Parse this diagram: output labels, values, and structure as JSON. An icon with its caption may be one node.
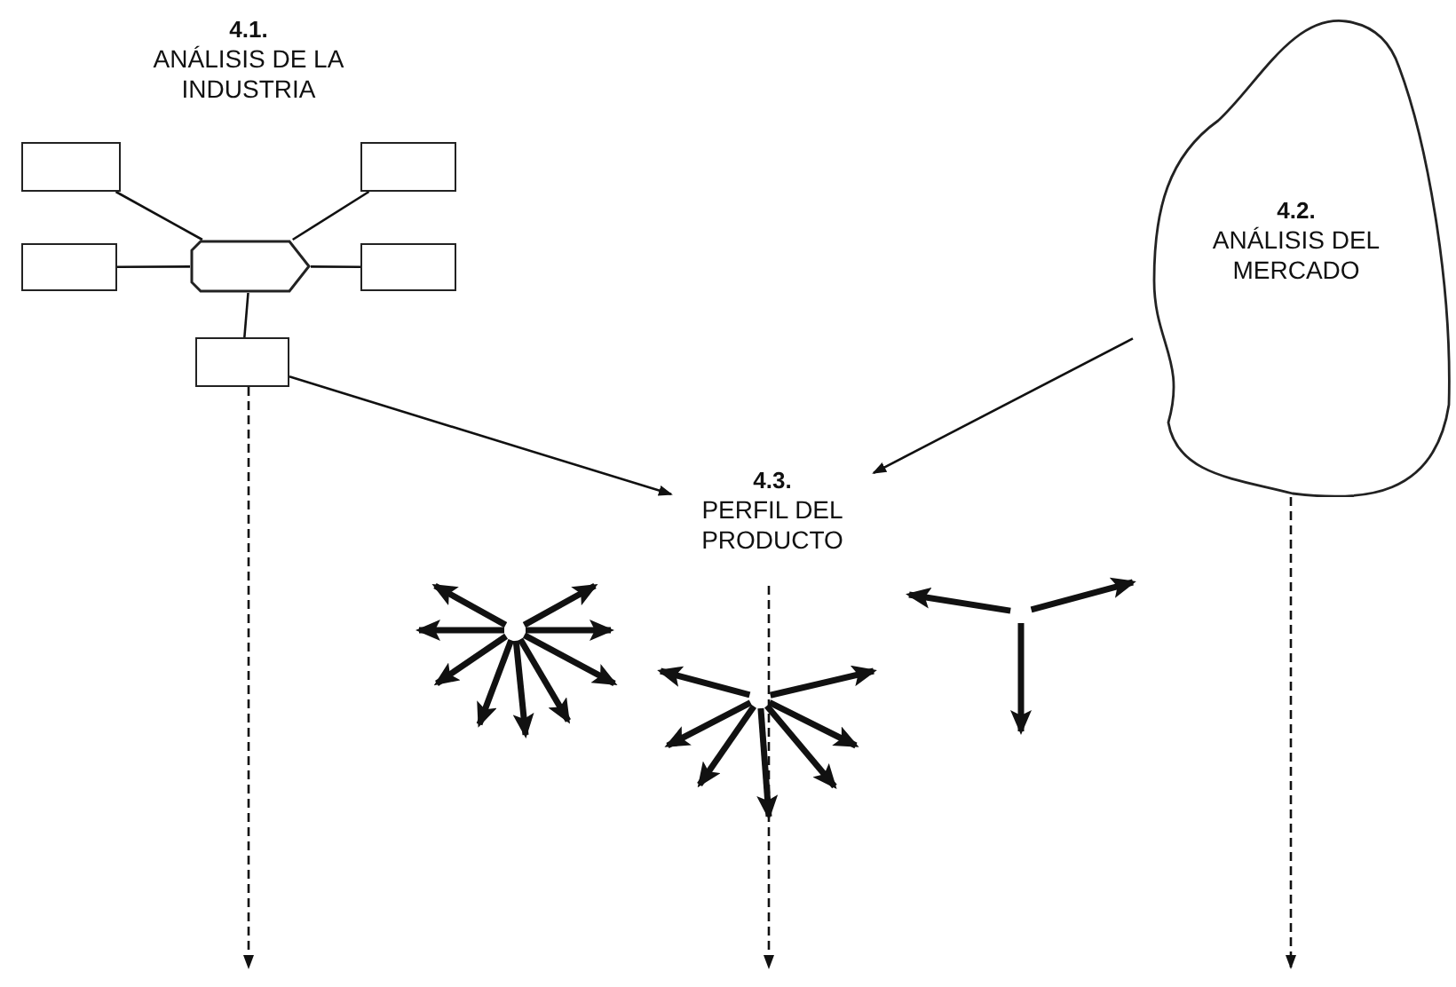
{
  "diagram": {
    "nodes": [
      {
        "text": [],
        "shape": "box"
      },
      {
        "text": [],
        "shape": "box"
      },
      {
        "text": [
          "4.2.",
          "ANÁLISIS DEL MERCADO"
        ]
      },
      {
        "text": [],
        "shape": "box"
      },
      {
        "text": [],
        "shape": "hexagon"
      },
      {
        "text": [],
        "shape": "box"
      },
      {
        "text": [],
        "shape": "box"
      },
      {
        "text": [
          "4.3.",
          "PERFIL DEL PRODUCTO"
        ]
      }
    ],
    "edges": [
      {
        "from": 0,
        "to": 4,
        "arrow": "none"
      },
      {
        "from": 1,
        "to": 4,
        "arrow": "none"
      },
      {
        "from": 3,
        "to": 4,
        "arrow": "none"
      },
      {
        "from": 4,
        "to": 5,
        "arrow": "none"
      },
      {
        "from": 4,
        "to": 6,
        "arrow": "none"
      },
      {
        "from": 6,
        "to": 7,
        "arrow": "to"
      },
      {
        "from": 2,
        "to": 7,
        "arrow": "to"
      },
      {
        "from": 6,
        "to": null,
        "arrow": "to",
        "style": "dashed"
      },
      {
        "from": 7,
        "to": null,
        "arrow": "to",
        "style": "dashed"
      },
      {
        "from": 2,
        "to": null,
        "arrow": "to",
        "style": "dashed"
      }
    ],
    "labels": [
      "4.1.",
      "ANÁLISIS DE LA INDUSTRIA"
    ]
  }
}
